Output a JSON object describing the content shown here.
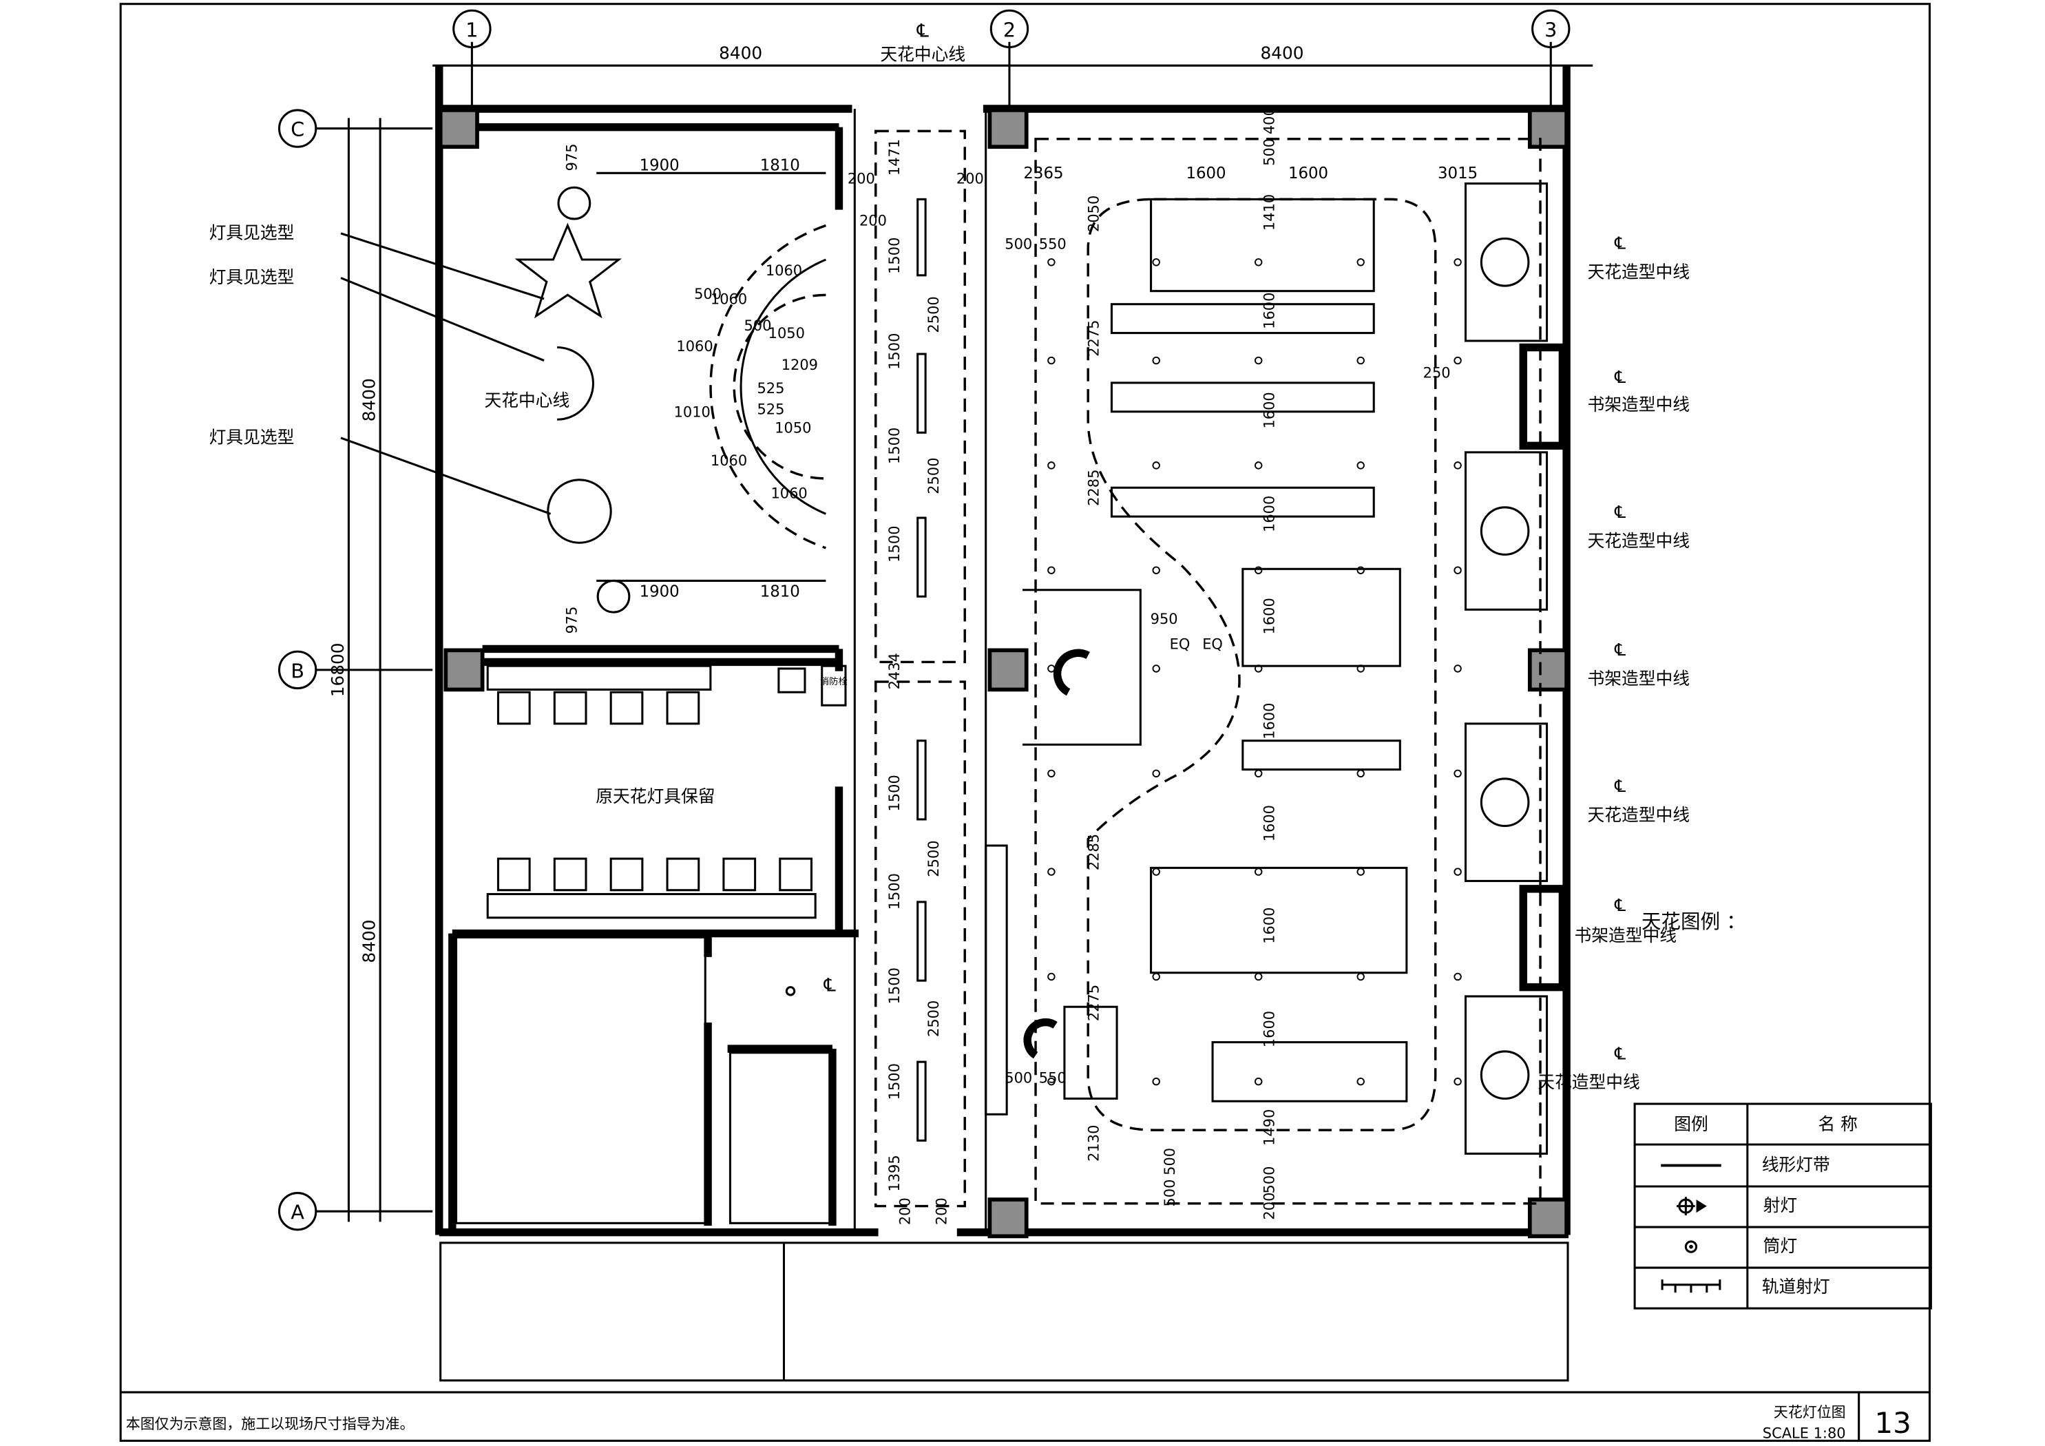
{
  "grid": {
    "axes_top": [
      "1",
      "2",
      "3"
    ],
    "axes_left": [
      "C",
      "B",
      "A"
    ],
    "dims_top": [
      "8400",
      "8400"
    ],
    "dims_left": [
      "8400",
      "8400"
    ],
    "dim_total_left": "16800"
  },
  "labels": {
    "ceiling_center_top": "天花中心线",
    "ceiling_center_left": "天花中心线",
    "original_fixtures_kept": "原天花灯具保留",
    "fixture_note_1": "灯具见选型",
    "fixture_note_2": "灯具见选型",
    "fixture_note_3": "灯具见选型",
    "right_1": "天花造型中线",
    "right_2": "书架造型中线",
    "right_3": "天花造型中线",
    "right_4": "书架造型中线",
    "right_5": "天花造型中线",
    "right_6": "书架造型中线",
    "right_7": "天花造型中线",
    "cl_symbol": "℄",
    "fire_box": "消防栓",
    "legend_title": "天花图例 ："
  },
  "dims": {
    "l_975_top": "975",
    "l_1900_top": "1900",
    "l_1810_top": "1810",
    "l_1900_bot": "1900",
    "l_1810_bot": "1810",
    "l_975_bot": "975",
    "arc_1060_a": "1060",
    "arc_500_a": "500",
    "arc_1060_b": "1060",
    "arc_500_b": "500",
    "arc_1050": "1050",
    "arc_1209": "1209",
    "arc_525_a": "525",
    "arc_525_b": "525",
    "arc_1060_c": "1060",
    "arc_1010": "1010",
    "arc_1050_b": "1050",
    "arc_1060_d": "1060",
    "arc_1060_e": "1060",
    "c_1471": "1471",
    "c_200_a": "200",
    "c_200_b": "200",
    "c_200_c": "200",
    "c_1500_1": "1500",
    "c_2500_1": "2500",
    "c_1500_2": "1500",
    "c_1500_3": "1500",
    "c_2500_2": "2500",
    "c_1500_4": "1500",
    "c_2434": "2434",
    "c_1500_5": "1500",
    "c_2500_3": "2500",
    "c_1500_6": "1500",
    "c_1500_7": "1500",
    "c_2500_4": "2500",
    "c_1500_8": "1500",
    "c_1395": "1395",
    "c_200_d": "200",
    "c_200_e": "200",
    "r_2365": "2365",
    "r_1600_a": "1600",
    "r_1600_b": "1600",
    "r_3015": "3015",
    "r_500_400": "500",
    "r_400": "400",
    "r_2050": "2050",
    "r_1410": "1410",
    "r_1600_c": "1600",
    "r_1600_d": "1600",
    "r_1600_e": "1600",
    "r_1600_f": "1600",
    "r_1600_g": "1600",
    "r_1600_h": "1600",
    "r_1600_i": "1600",
    "r_1600_j": "1600",
    "r_1490": "1490",
    "r_2275_a": "2275",
    "r_2285_a": "2285",
    "r_2285_b": "2285",
    "r_2275_b": "2275",
    "r_2130": "2130",
    "r_250": "250",
    "r_950": "950",
    "r_eq_a": "EQ",
    "r_eq_b": "EQ",
    "r_500_a": "500",
    "r_550_a": "550",
    "r_500_b": "500",
    "r_550_b": "550",
    "r_500_c": "500",
    "r_500_d": "500",
    "r_200": "200",
    "r_500_e": "500"
  },
  "legend": {
    "col_symbol": "图例",
    "col_name": "名  称",
    "rows": [
      {
        "icon": "linear-light-strip",
        "name": "线形灯带"
      },
      {
        "icon": "spotlight",
        "name": "射灯"
      },
      {
        "icon": "downlight",
        "name": "筒灯"
      },
      {
        "icon": "track-spotlight",
        "name": "轨道射灯"
      }
    ]
  },
  "title_block": {
    "note": "本图仅为示意图，施工以现场尺寸指导为准。",
    "drawing_title": "天花灯位图",
    "scale": "SCALE  1:80",
    "sheet_number": "13"
  }
}
